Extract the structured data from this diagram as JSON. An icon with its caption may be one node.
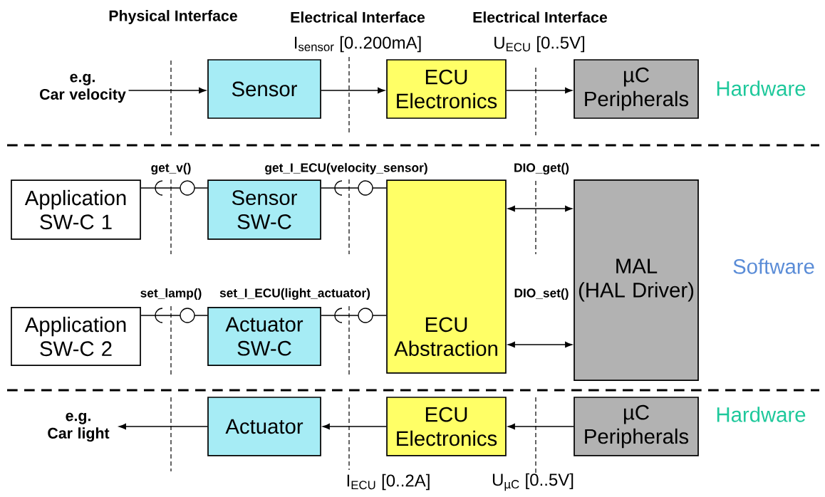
{
  "diagram": {
    "nodes": [
      {
        "text": [
          "e.g. Car velocity"
        ]
      },
      {
        "text": [
          "Sensor"
        ]
      },
      {
        "text": [
          "ECU Electronics"
        ]
      },
      {
        "text": [
          "µC Peripherals"
        ]
      },
      {
        "text": [
          "Application SW-C 1"
        ]
      },
      {
        "text": [
          "Sensor SW-C"
        ]
      },
      {
        "text": [
          "ECU Abstraction"
        ]
      },
      {
        "text": [
          "MAL (HAL Driver)"
        ]
      },
      {
        "text": [
          "Application SW-C 2"
        ]
      },
      {
        "text": [
          "Actuator SW-C"
        ]
      },
      {
        "text": [
          "e.g. Car light"
        ]
      },
      {
        "text": [
          "Actuator"
        ]
      },
      {
        "text": [
          "ECU Electronics"
        ]
      },
      {
        "text": [
          "µC Peripherals"
        ]
      }
    ],
    "edges": [
      {
        "from": 0,
        "to": 1,
        "arrow": "to"
      },
      {
        "from": 1,
        "to": 2,
        "arrow": "to"
      },
      {
        "from": 2,
        "to": 3,
        "arrow": "to"
      },
      {
        "from": 4,
        "to": 5,
        "arrow": "none",
        "label": "get_v()"
      },
      {
        "from": 5,
        "to": 6,
        "arrow": "none",
        "label": "get_I_ECU(velocity_sensor)"
      },
      {
        "from": 6,
        "to": 7,
        "arrow": "both",
        "label": "DIO_get()"
      },
      {
        "from": 8,
        "to": 9,
        "arrow": "none",
        "label": "set_lamp()"
      },
      {
        "from": 9,
        "to": 6,
        "arrow": "none",
        "label": "set_I_ECU(light_actuator)"
      },
      {
        "from": 6,
        "to": 7,
        "arrow": "both",
        "label": "DIO_set()"
      },
      {
        "from": 13,
        "to": 12,
        "arrow": "to"
      },
      {
        "from": 12,
        "to": 11,
        "arrow": "to"
      },
      {
        "from": 11,
        "to": 10,
        "arrow": "to"
      }
    ],
    "labels": [
      "Physical Interface",
      "Electrical Interface",
      "Electrical Interface",
      "I$_{sensor}$ [0..200mA]",
      "U$_{ECU}$ [0..5V]",
      "Hardware",
      "Software",
      "Hardware",
      "I$_{ECU}$ [0..2A]",
      "U$_{µC}$ [0..5V]"
    ]
  }
}
